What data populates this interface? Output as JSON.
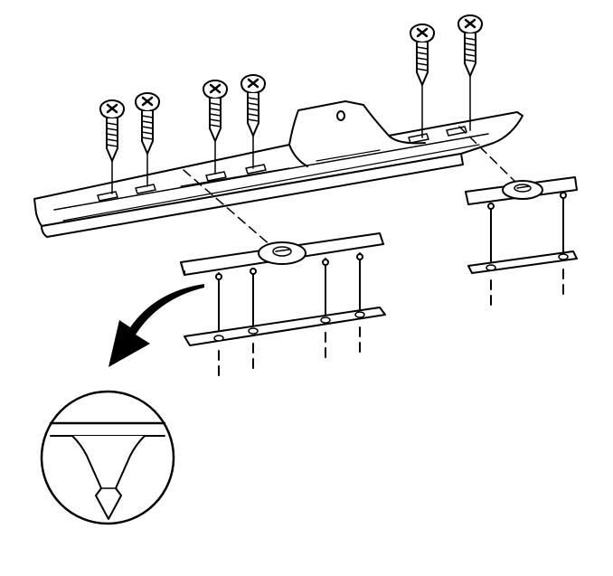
{
  "figure": {
    "stroke_color": "#000000",
    "fill_color": "#ffffff",
    "components": {
      "screws": [
        "screw-1",
        "screw-2",
        "screw-3",
        "screw-4",
        "screw-5",
        "screw-6"
      ],
      "retainers": [
        "retainer-large",
        "retainer-small"
      ],
      "detail": "fastener-tip-detail"
    }
  }
}
